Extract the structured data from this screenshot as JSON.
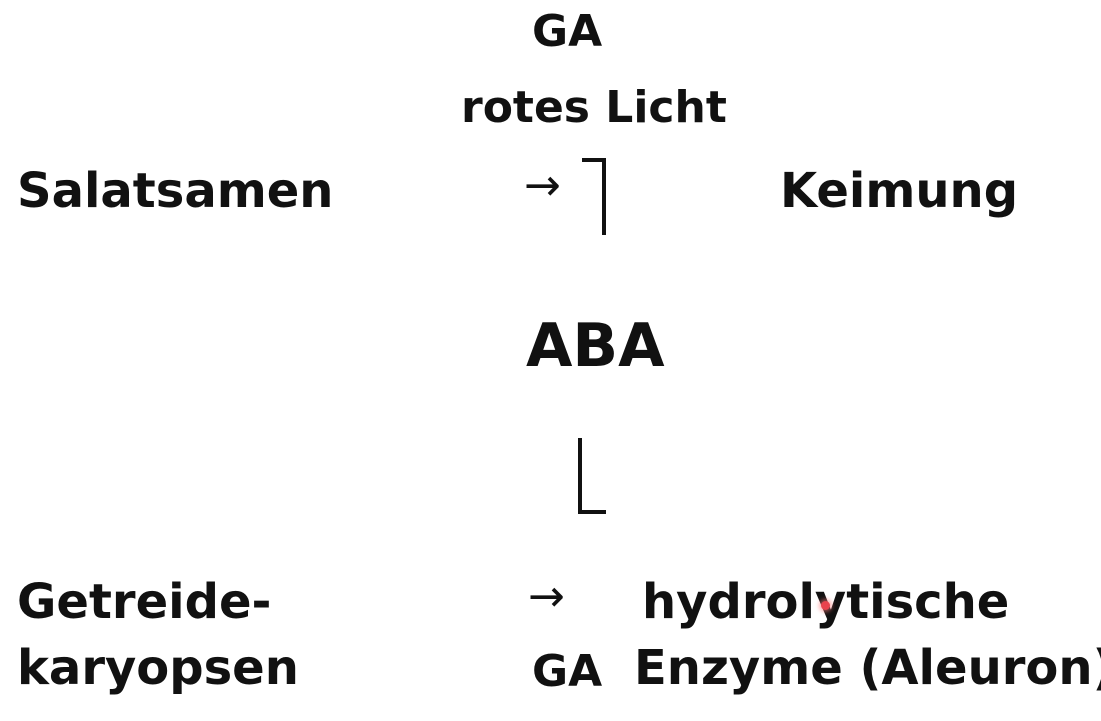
{
  "top": {
    "ga": "GA",
    "red_light": "rotes Licht"
  },
  "row1": {
    "left": "Salatsamen",
    "arrow": "→",
    "right": "Keimung"
  },
  "center": {
    "aba": "ABA"
  },
  "row2": {
    "left_line1": "Getreide-",
    "left_line2": "karyopsen",
    "arrow": "→",
    "ga": "GA",
    "right_line1": "hydrolytische",
    "right_line2": "Enzyme (Aleuron)"
  },
  "colors": {
    "text": "#111111",
    "background": "#ffffff",
    "laser_pointer": "#e8434d"
  }
}
